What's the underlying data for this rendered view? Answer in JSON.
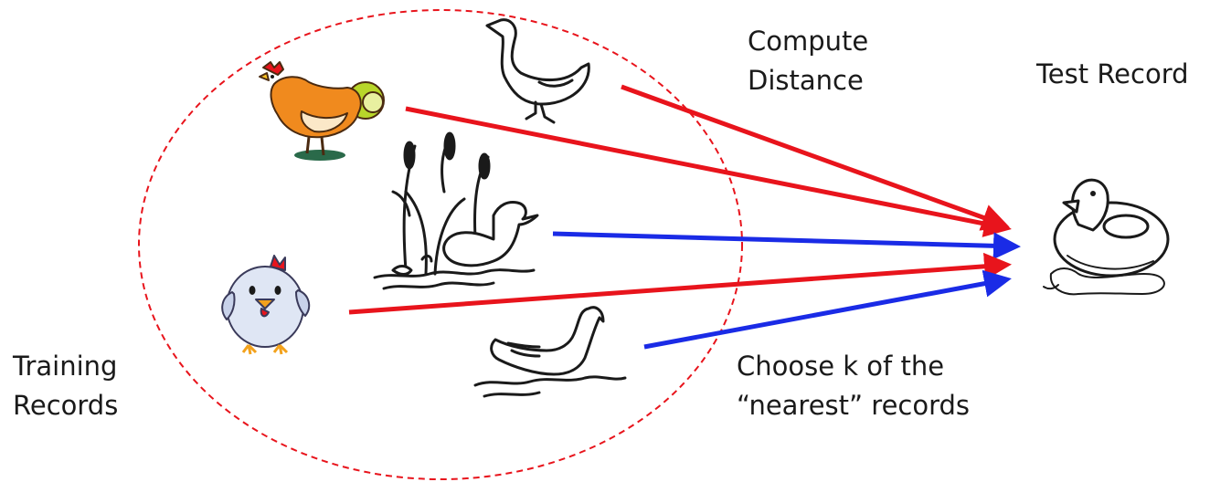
{
  "labels": {
    "compute_distance": "Compute\nDistance",
    "test_record": "Test Record",
    "training_records": "Training\nRecords",
    "choose_k": "Choose k of the\n“nearest” records"
  },
  "colors": {
    "distance_arrow": "#e8141c",
    "nearest_arrow": "#1a2be6",
    "boundary": "#e8141c",
    "ink": "#1a1a1a"
  },
  "icons": {
    "training": [
      "goose-icon",
      "rooster-icon",
      "ducks-in-reeds-icon",
      "chick-icon",
      "swan-icon"
    ],
    "test": "rubber-duck-ring-icon"
  }
}
